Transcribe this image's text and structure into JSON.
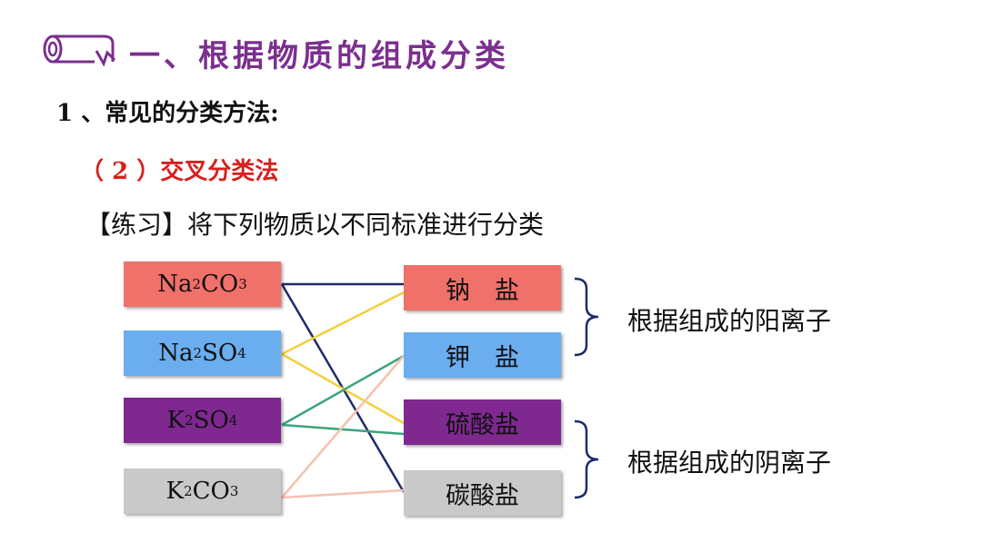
{
  "slide": {
    "title": "一、根据物质的组成分类",
    "heading1": "1 、常见的分类方法:",
    "heading2": "（ 2 ）交叉分类法",
    "exercise": "【练习】将下列物质以不同标准进行分类"
  },
  "substances": [
    {
      "base1": "Na",
      "sub1": "2",
      "base2": "CO",
      "sub2": "3",
      "color": "#f0706a"
    },
    {
      "base1": "Na",
      "sub1": "2",
      "base2": "SO",
      "sub2": "4",
      "color": "#6baef0"
    },
    {
      "base1": "K",
      "sub1": "2",
      "base2": "SO",
      "sub2": "4",
      "color": "#7e2890"
    },
    {
      "base1": "K",
      "sub1": "2",
      "base2": "CO",
      "sub2": "3",
      "color": "#c9c9c9"
    }
  ],
  "categories": [
    {
      "label": "钠　盐",
      "color": "#f0706a"
    },
    {
      "label": "钾　盐",
      "color": "#6baef0"
    },
    {
      "label": "硫酸盐",
      "color": "#7e2890"
    },
    {
      "label": "碳酸盐",
      "color": "#c9c9c9"
    }
  ],
  "criteria": {
    "cation": "根据组成的阳离子",
    "anion": "根据组成的阴离子"
  },
  "line_colors": {
    "navy": "#1f2a6b",
    "yellow": "#f2d03b",
    "green": "#3aa57a",
    "pink": "#f4c1b0"
  }
}
